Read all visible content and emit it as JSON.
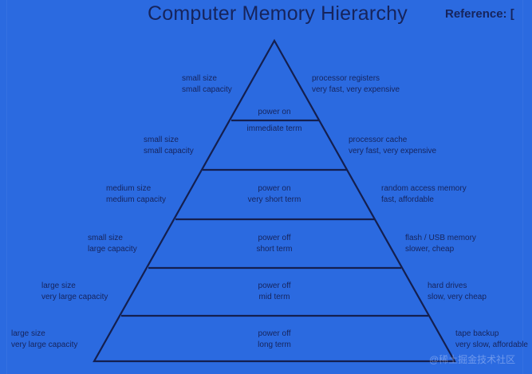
{
  "header": {
    "title": "Computer Memory Hierarchy",
    "reference_label": "Reference: ["
  },
  "colors": {
    "background": "#2b6ae0",
    "ink": "#16245c",
    "watermark": "#dce6ff"
  },
  "diagram": {
    "name": "memory-hierarchy-pyramid",
    "tiers": [
      {
        "index": 1,
        "left_line1": "small size",
        "left_line2": "small capacity",
        "center_line1": "power on",
        "center_line2": "immediate term",
        "right_line1": "processor registers",
        "right_line2": "very fast, very expensive"
      },
      {
        "index": 2,
        "left_line1": "small size",
        "left_line2": "small capacity",
        "center_line1": "",
        "center_line2": "",
        "right_line1": "processor cache",
        "right_line2": "very fast, very expensive"
      },
      {
        "index": 3,
        "left_line1": "medium size",
        "left_line2": "medium capacity",
        "center_line1": "power on",
        "center_line2": "very short term",
        "right_line1": "random access memory",
        "right_line2": "fast, affordable"
      },
      {
        "index": 4,
        "left_line1": "small size",
        "left_line2": "large capacity",
        "center_line1": "power off",
        "center_line2": "short term",
        "right_line1": "flash / USB memory",
        "right_line2": "slower, cheap"
      },
      {
        "index": 5,
        "left_line1": "large size",
        "left_line2": "very large capacity",
        "center_line1": "power off",
        "center_line2": "mid term",
        "right_line1": "hard drives",
        "right_line2": "slow, very cheap"
      },
      {
        "index": 6,
        "left_line1": "large size",
        "left_line2": "very large capacity",
        "center_line1": "power off",
        "center_line2": "long term",
        "right_line1": "tape backup",
        "right_line2": "very slow, affordable"
      }
    ]
  },
  "watermark": {
    "text": "@稀土掘金技术社区"
  }
}
